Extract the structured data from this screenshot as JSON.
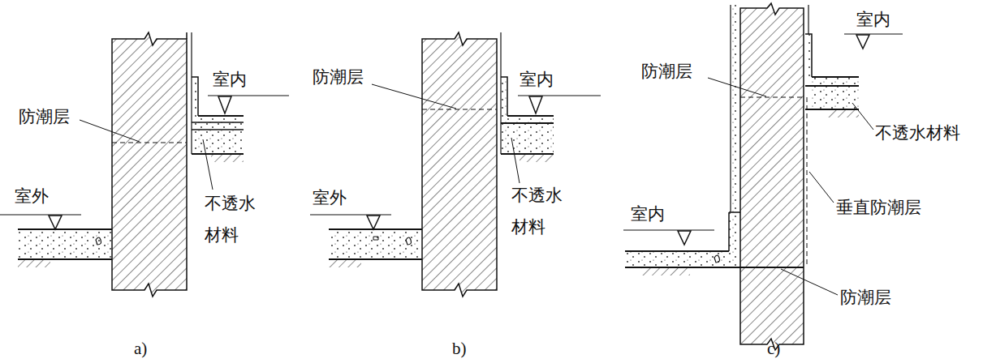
{
  "diagram": {
    "labels": [
      "防潮层",
      "室内",
      "不透水 材料",
      "室外",
      "防潮层",
      "室内",
      "不透水 材料",
      "室外",
      "防潮层",
      "室内",
      "不透水材料",
      "垂直防潮层",
      "室内",
      "防潮层",
      "a)",
      "b)",
      "c)"
    ]
  }
}
